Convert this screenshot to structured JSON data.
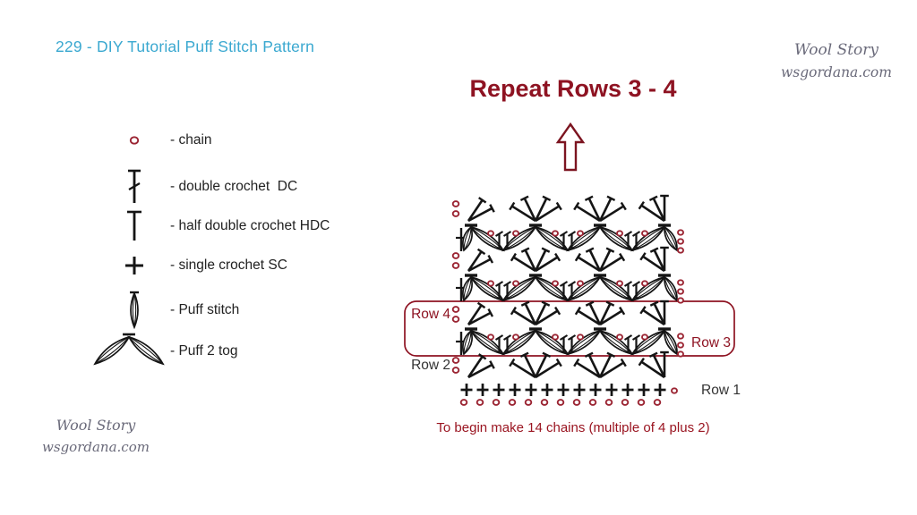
{
  "header": {
    "title": "229 - DIY Tutorial Puff Stitch Pattern",
    "color": "#3aa8d0"
  },
  "watermark_top": {
    "line1": "Wool Story",
    "line2": "wsgordana.com"
  },
  "watermark_bottom": {
    "line1": "Wool Story",
    "line2": "wsgordana.com"
  },
  "heading": {
    "text": "Repeat Rows 3 - 4"
  },
  "footer_note": {
    "text": "To begin make 14 chains (multiple of 4 plus 2)"
  },
  "legend": {
    "items": [
      {
        "icon": "chain-icon",
        "label": "- chain"
      },
      {
        "icon": "double-crochet-icon",
        "label": "- double crochet  DC"
      },
      {
        "icon": "half-double-crochet-icon",
        "label": "- half double crochet HDC"
      },
      {
        "icon": "single-crochet-icon",
        "label": "- single crochet SC"
      },
      {
        "icon": "puff-stitch-icon",
        "label": "- Puff stitch"
      },
      {
        "icon": "puff-2-tog-icon",
        "label": "- Puff 2 tog"
      }
    ]
  },
  "diagram": {
    "colors": {
      "stitch": "#151515",
      "chain": "#9b2533",
      "accent": "#8e1322",
      "plain_label": "#333333",
      "arrow": "#7c1420"
    },
    "repeat_box": {
      "contains": [
        "Row 4",
        "Row 3"
      ]
    },
    "rows_bottom_to_top": [
      {
        "name": "foundation-chain",
        "type": "chain",
        "count": 13
      },
      {
        "name": "row-1",
        "type": "sc",
        "count": 13,
        "label": "Row 1",
        "label_side": "right"
      },
      {
        "name": "row-2",
        "type": "v",
        "label": "Row 2",
        "label_side": "left"
      },
      {
        "name": "row-3",
        "type": "puff",
        "label": "Row 3",
        "label_side": "right",
        "boxed": true
      },
      {
        "name": "row-4",
        "type": "v",
        "label": "Row 4",
        "label_side": "left",
        "boxed": true
      },
      {
        "name": "row-5",
        "type": "puff"
      },
      {
        "name": "row-6",
        "type": "v"
      },
      {
        "name": "row-7",
        "type": "puff"
      },
      {
        "name": "row-8",
        "type": "v"
      }
    ]
  }
}
